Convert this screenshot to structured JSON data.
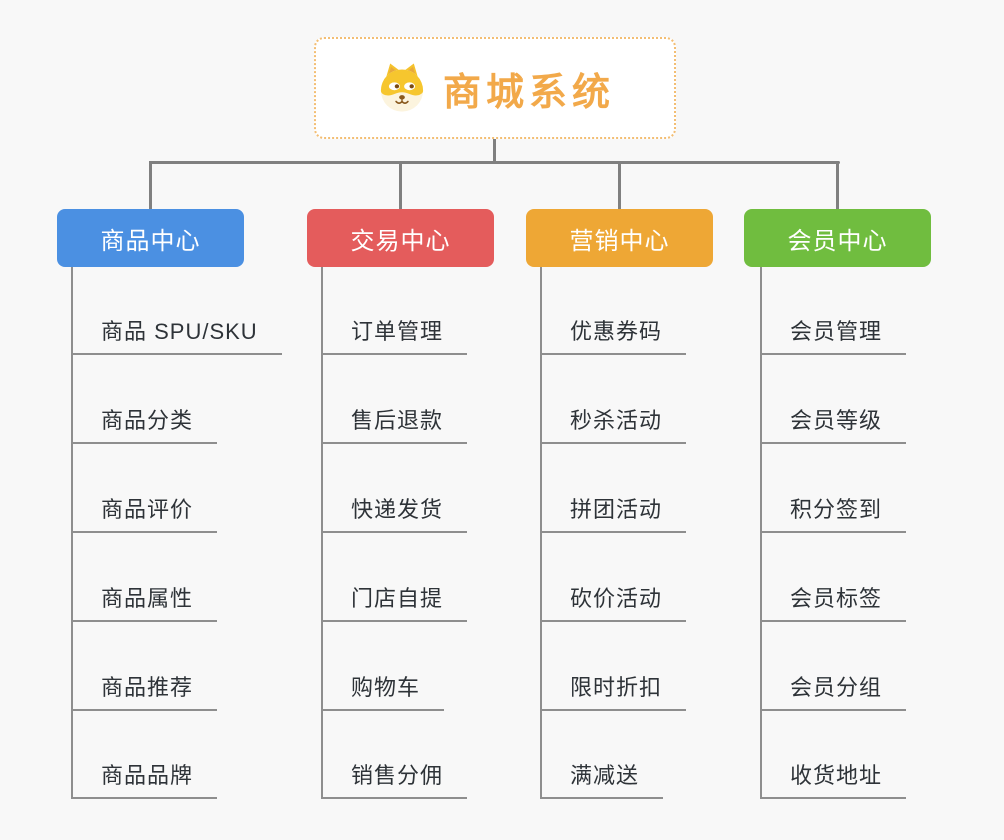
{
  "background": "#F8F8F8",
  "connector_color": "#808080",
  "root": {
    "label": "商城系统",
    "icon": "dog-icon",
    "accent_color": "#F2A94A",
    "border_color": "#F3BE74"
  },
  "branches": [
    {
      "label": "商品中心",
      "color": "#4B90E2",
      "children": [
        "商品 SPU/SKU",
        "商品分类",
        "商品评价",
        "商品属性",
        "商品推荐",
        "商品品牌"
      ]
    },
    {
      "label": "交易中心",
      "color": "#E45C5C",
      "children": [
        "订单管理",
        "售后退款",
        "快递发货",
        "门店自提",
        "购物车",
        "销售分佣"
      ]
    },
    {
      "label": "营销中心",
      "color": "#EEA735",
      "children": [
        "优惠券码",
        "秒杀活动",
        "拼团活动",
        "砍价活动",
        "限时折扣",
        "满减送"
      ]
    },
    {
      "label": "会员中心",
      "color": "#70BD3F",
      "children": [
        "会员管理",
        "会员等级",
        "积分签到",
        "会员标签",
        "会员分组",
        "收货地址"
      ]
    }
  ]
}
